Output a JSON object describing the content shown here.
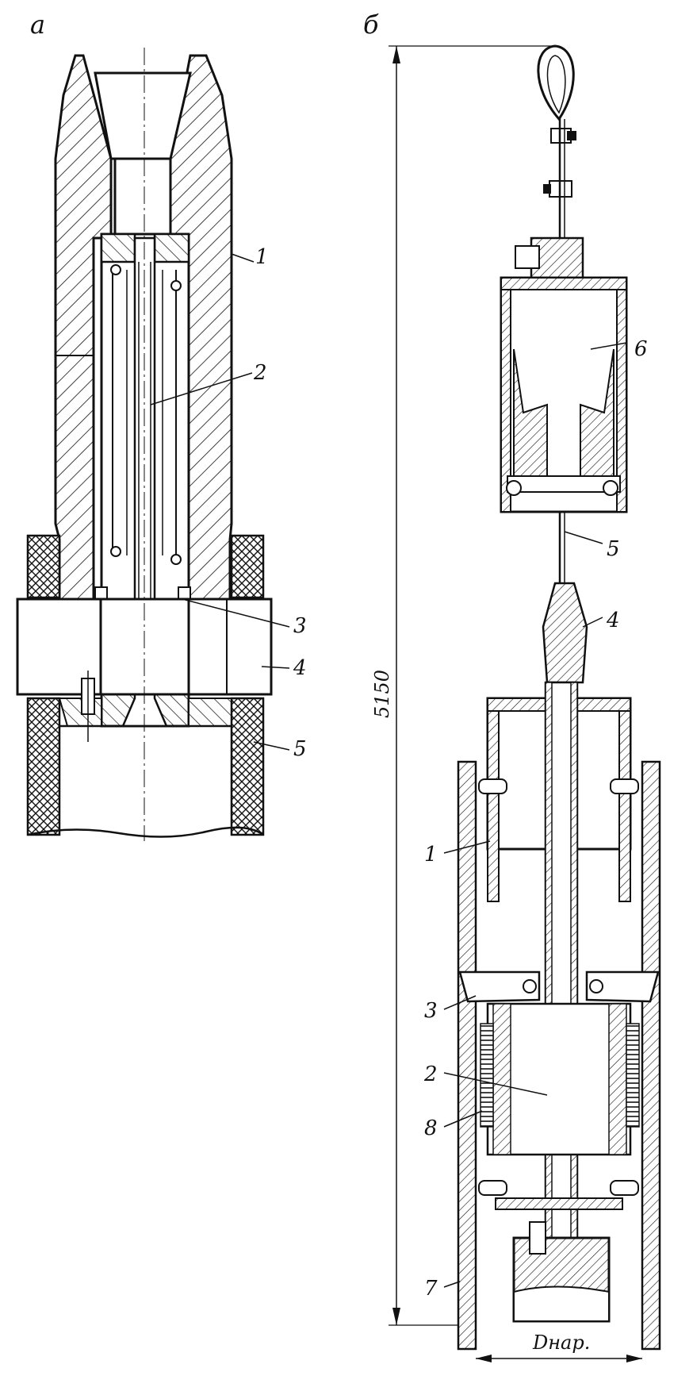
{
  "panel_a": {
    "letter": "а",
    "labels": {
      "l1": "1",
      "l2": "2",
      "l3": "3",
      "l4": "4",
      "l5": "5"
    }
  },
  "panel_b": {
    "letter": "б",
    "labels": {
      "l1": "1",
      "l2": "2",
      "l3": "3",
      "l4": "4",
      "l5": "5",
      "l6": "6",
      "l7": "7",
      "l8": "8"
    },
    "dimension_height": "5150",
    "dimension_diameter": "Dнар."
  },
  "colors": {
    "ink": "#111111",
    "paper": "#ffffff"
  }
}
